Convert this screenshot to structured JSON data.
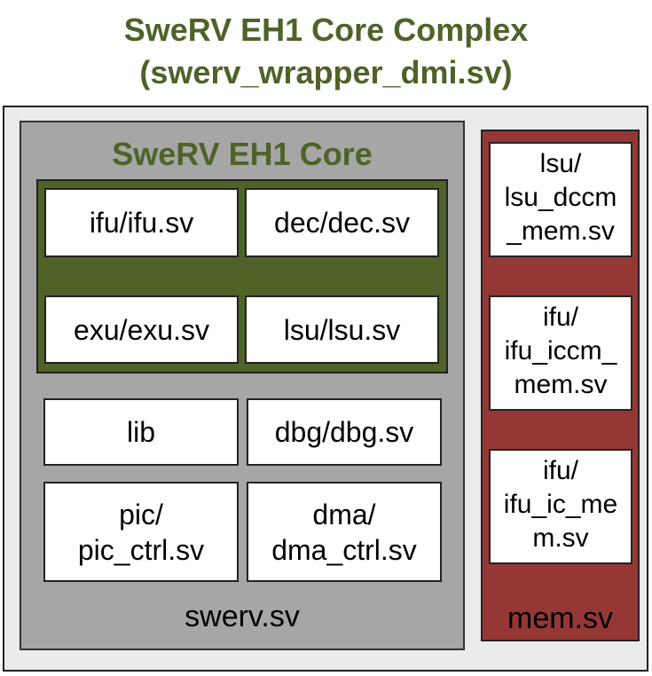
{
  "title": {
    "line1": "SweRV EH1 Core Complex",
    "line2": "(swerv_wrapper_dmi.sv)"
  },
  "core": {
    "title": "SweRV EH1 Core",
    "modules": {
      "ifu": "ifu/ifu.sv",
      "dec": "dec/dec.sv",
      "exu": "exu/exu.sv",
      "lsu": "lsu/lsu.sv"
    }
  },
  "support": {
    "lib": "lib",
    "dbg": "dbg/dbg.sv",
    "pic": [
      "pic/",
      "pic_ctrl.sv"
    ],
    "dma": [
      "dma/",
      "dma_ctrl.sv"
    ]
  },
  "swerv_label": "swerv.sv",
  "mem": {
    "label": "mem.sv",
    "dccm": [
      "lsu/",
      "lsu_dccm",
      "_mem.sv"
    ],
    "iccm": [
      "ifu/",
      "ifu_iccm_",
      "mem.sv"
    ],
    "ic": [
      "ifu/",
      "ifu_ic_me",
      "m.sv"
    ]
  },
  "colors": {
    "title_green": "#4f6228",
    "core_green": "#4f6228",
    "swerv_gray": "#a6a6a6",
    "mem_red": "#953735",
    "outer_bg": "#ebebeb"
  }
}
